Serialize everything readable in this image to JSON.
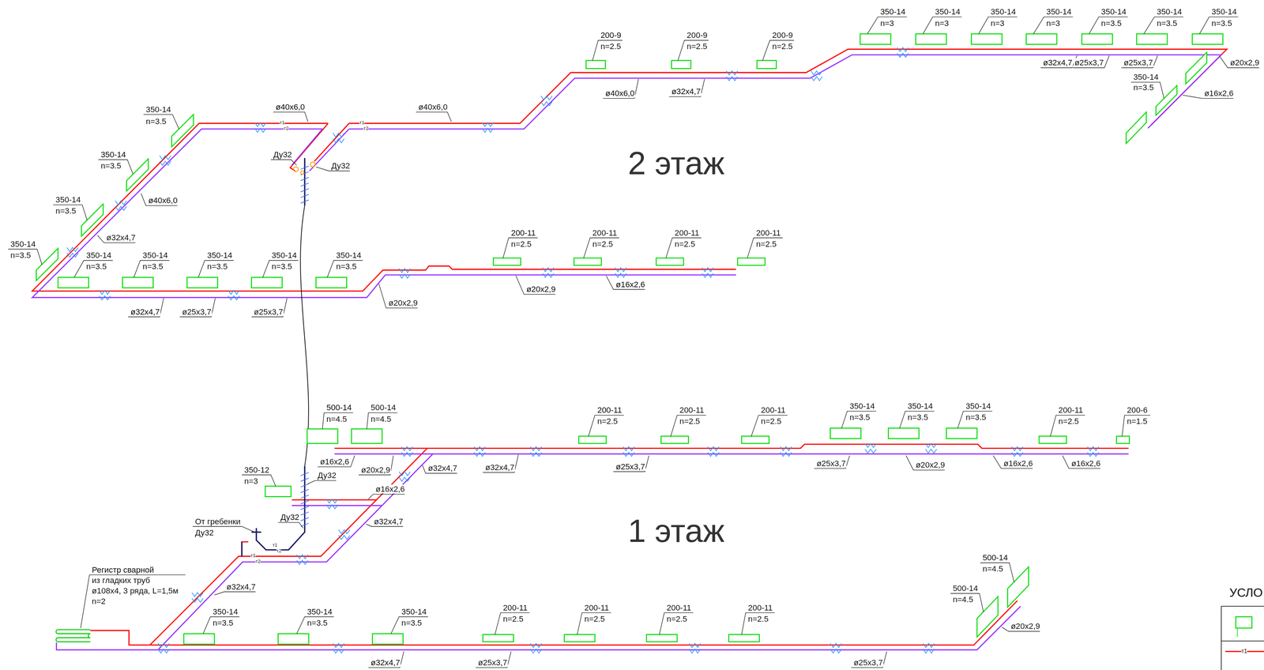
{
  "diagram": {
    "labels": [
      "200-9",
      "n=2.5",
      "200-9",
      "n=2.5",
      "200-9",
      "n=2.5",
      "350-14",
      "n=3",
      "350-14",
      "n=3",
      "350-14",
      "n=3",
      "350-14",
      "n=3",
      "350-14",
      "n=3.5",
      "350-14",
      "n=3.5",
      "350-14",
      "n=3.5",
      "ø32x4,7",
      "ø25x3,7",
      "ø25x3,7",
      "ø20x2,9",
      "350-14",
      "n=3.5",
      "ø16x2,6",
      "ø40x6,0",
      "ø32x4,7",
      "ø40x6,0",
      "ø40x6,0",
      "350-14",
      "n=3.5",
      "350-14",
      "n=3.5",
      "Ду32",
      "Ду32",
      "ø40x6,0",
      "350-14",
      "n=3.5",
      "ø32x4,7",
      "350-14",
      "n=3.5",
      "350-14",
      "n=3.5",
      "350-14",
      "n=3.5",
      "350-14",
      "n=3.5",
      "350-14",
      "n=3.5",
      "350-14",
      "n=3.5",
      "ø32x4,7",
      "ø25x3,7",
      "ø25x3,7",
      "ø20x2,9",
      "200-11",
      "n=2.5",
      "200-11",
      "n=2.5",
      "200-11",
      "n=2.5",
      "200-11",
      "n=2.5",
      "ø20x2,9",
      "ø16x2,6",
      "2 этаж",
      "500-14",
      "n=4.5",
      "500-14",
      "n=4.5",
      "ø16x2,6",
      "ø20x2,9",
      "ø32x4,7",
      "ø32x4,7",
      "350-12",
      "n=3",
      "Ду32",
      "ø16x2,6",
      "Ду32",
      "ø32x4,7",
      "От гребенки",
      "Ду32",
      "200-11",
      "n=2.5",
      "200-11",
      "n=2.5",
      "200-11",
      "n=2.5",
      "350-14",
      "n=3.5",
      "350-14",
      "n=3.5",
      "350-14",
      "n=3.5",
      "200-11",
      "n=2.5",
      "200-6",
      "n=1.5",
      "ø25x3,7",
      "ø25x3,7",
      "ø20x2,9",
      "ø16x2,6",
      "ø16x2,6",
      "1 этаж",
      "Регистр сварной",
      "из гладких труб",
      "ø108x4, 3 ряда, L=1,5м",
      "n=2",
      "ø32x4,7",
      "350-14",
      "n=3.5",
      "350-14",
      "n=3.5",
      "350-14",
      "n=3.5",
      "200-11",
      "n=2.5",
      "200-11",
      "n=2.5",
      "200-11",
      "n=2.5",
      "200-11",
      "n=2.5",
      "500-14",
      "n=4.5",
      "500-14",
      "n=4.5",
      "ø20x2,9",
      "ø32x4,7",
      "ø25x3,7",
      "ø25x3,7",
      "УСЛО",
      "т1",
      "т2",
      "т1",
      "т2",
      "т1",
      "т2",
      "т1",
      "т2",
      "т1"
    ]
  }
}
